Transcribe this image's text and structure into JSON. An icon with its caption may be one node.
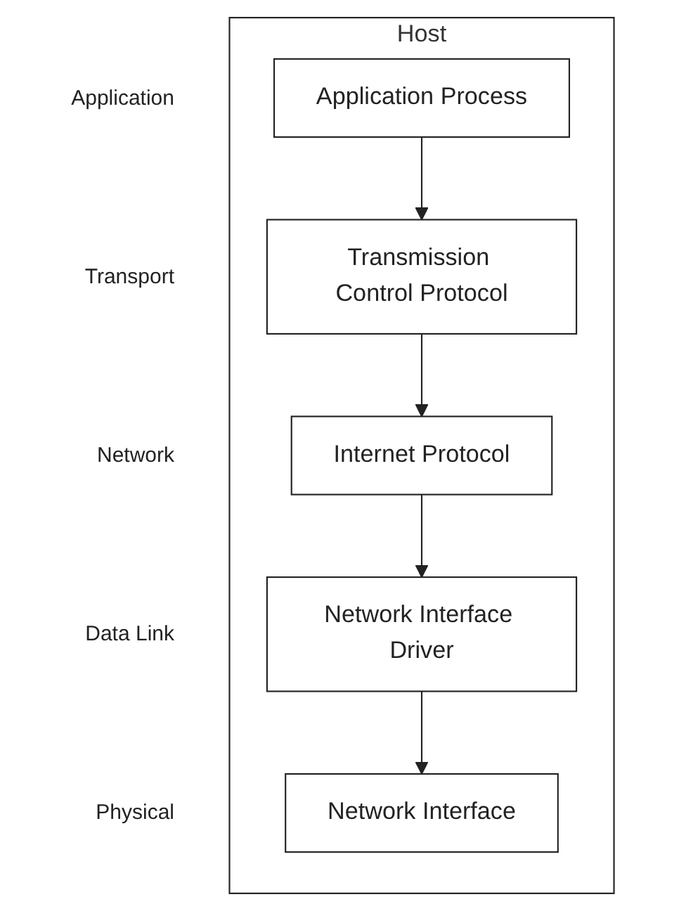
{
  "diagram": {
    "nodes": [
      {
        "text": [
          "Host"
        ]
      },
      {
        "text": [
          "Application Process"
        ],
        "in": 0
      },
      {
        "text": [
          "Transmission Control Protocol"
        ],
        "in": 0
      },
      {
        "text": [
          "Internet Protocol"
        ],
        "in": 0
      },
      {
        "text": [
          "Network Interface Driver"
        ],
        "in": 0
      },
      {
        "text": [
          "Network Interface"
        ],
        "in": 0
      }
    ],
    "edges": [
      {
        "from": 1,
        "to": 2,
        "arrow": "to"
      },
      {
        "from": 2,
        "to": 3,
        "arrow": "to"
      },
      {
        "from": 3,
        "to": 4,
        "arrow": "to"
      },
      {
        "from": 4,
        "to": 5,
        "arrow": "to"
      }
    ],
    "labels": [
      "Application",
      "Transport",
      "Network",
      "Data Link",
      "Physical"
    ]
  }
}
